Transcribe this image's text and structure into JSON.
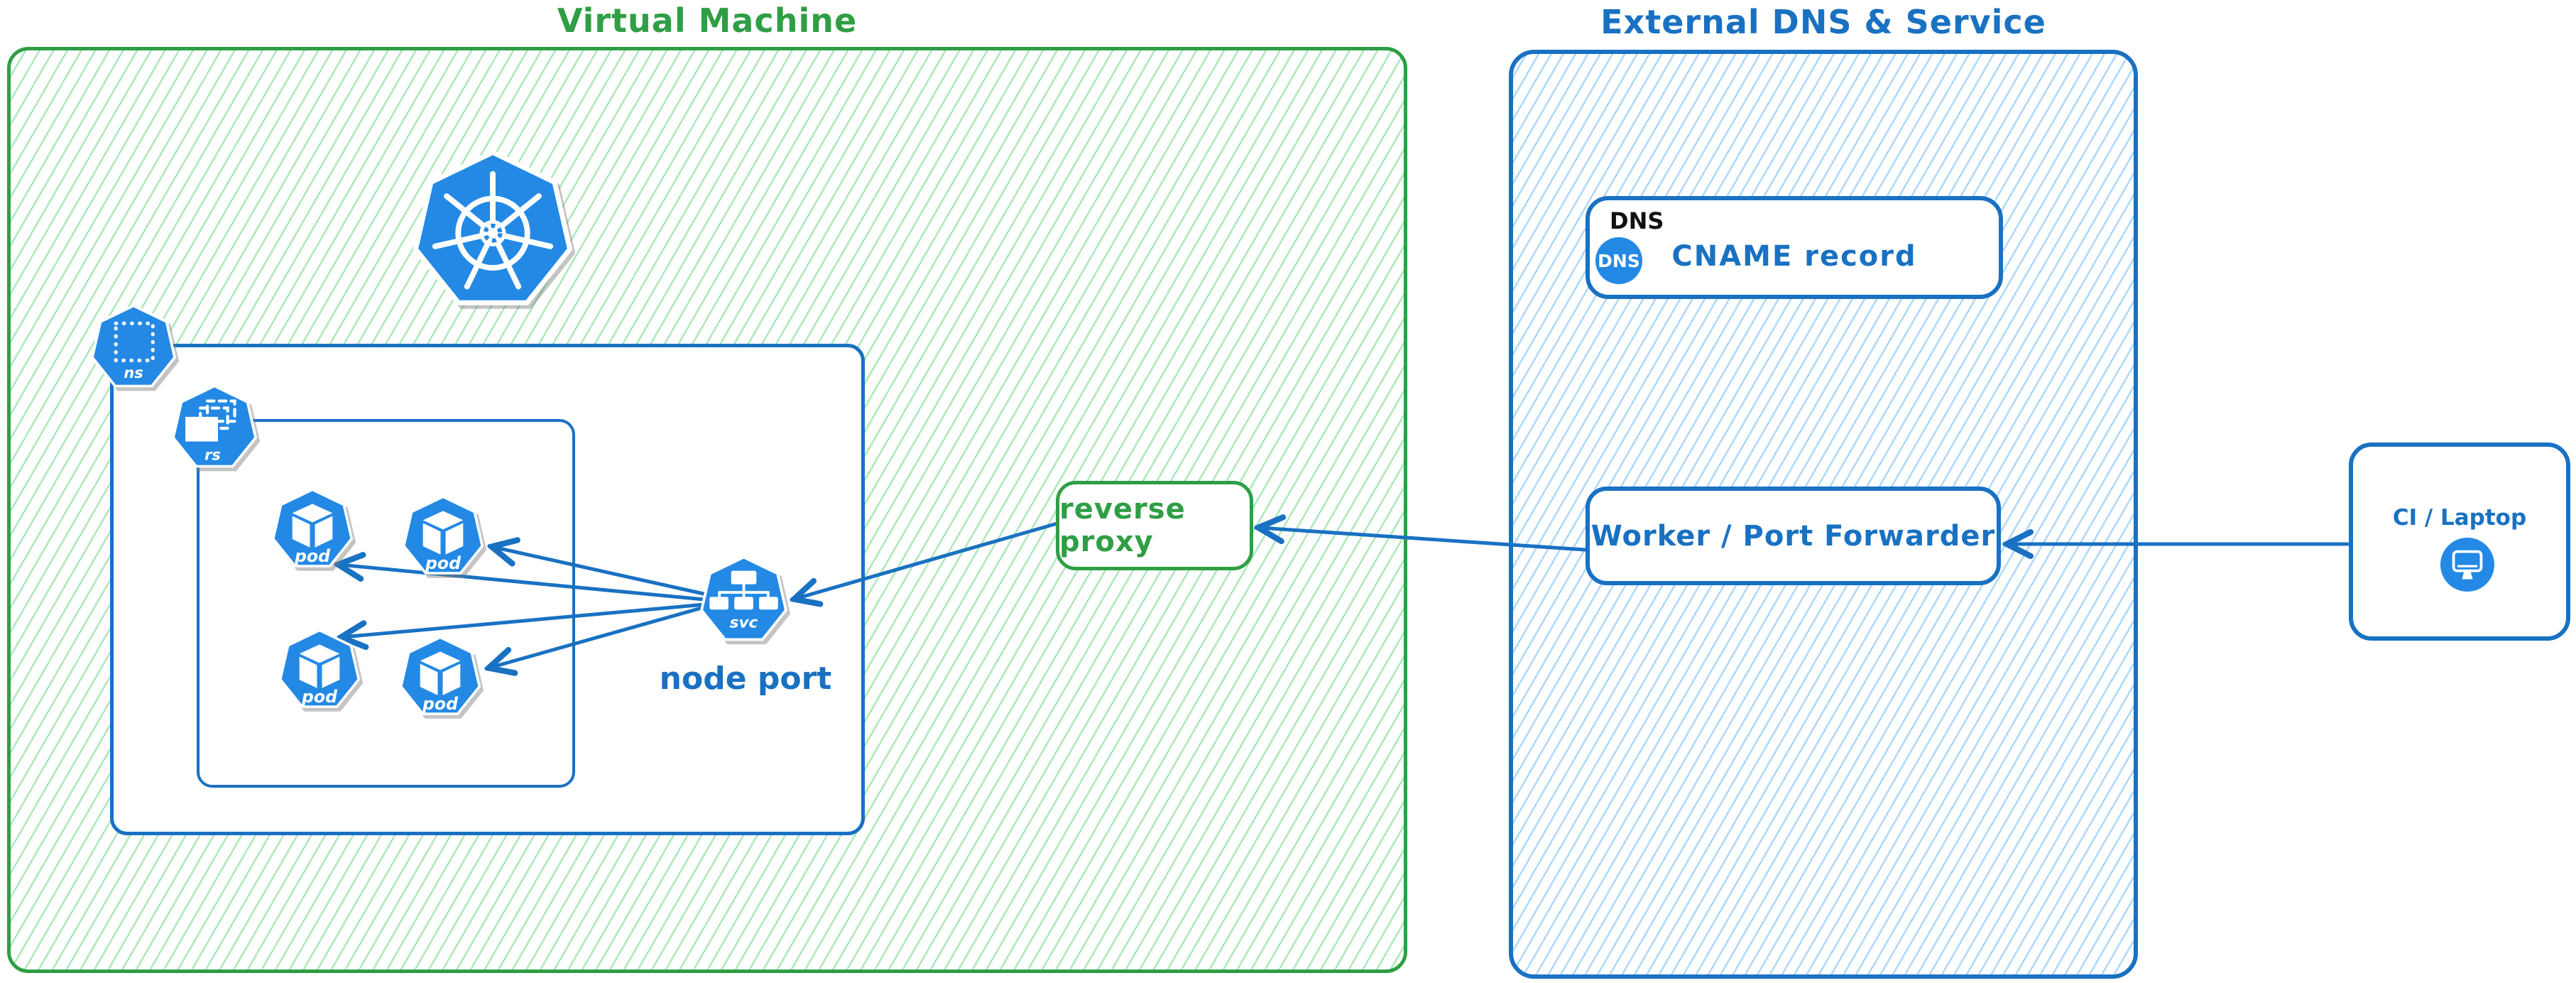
{
  "vm": {
    "title": "Virtual Machine",
    "node_port_label": "node port",
    "reverse_proxy_label": "reverse proxy"
  },
  "k8s_icons": {
    "kubernetes_logo": "kubernetes-helm-wheel",
    "namespace": "ns",
    "replicaset": "rs",
    "pod": "pod",
    "service": "svc"
  },
  "external": {
    "title": "External DNS & Service",
    "dns_tag": "DNS",
    "dns_icon_text": "DNS",
    "cname_label": "CNAME record",
    "worker_label": "Worker / Port Forwarder"
  },
  "client": {
    "label": "CI / Laptop"
  },
  "colors": {
    "green_stroke": "#2f9e44",
    "green_hatch": "#8ce09d",
    "blue_stroke": "#1971c2",
    "blue_hatch": "#96cdfa",
    "icon_blue": "#2389e5",
    "text_black": "#111111"
  }
}
